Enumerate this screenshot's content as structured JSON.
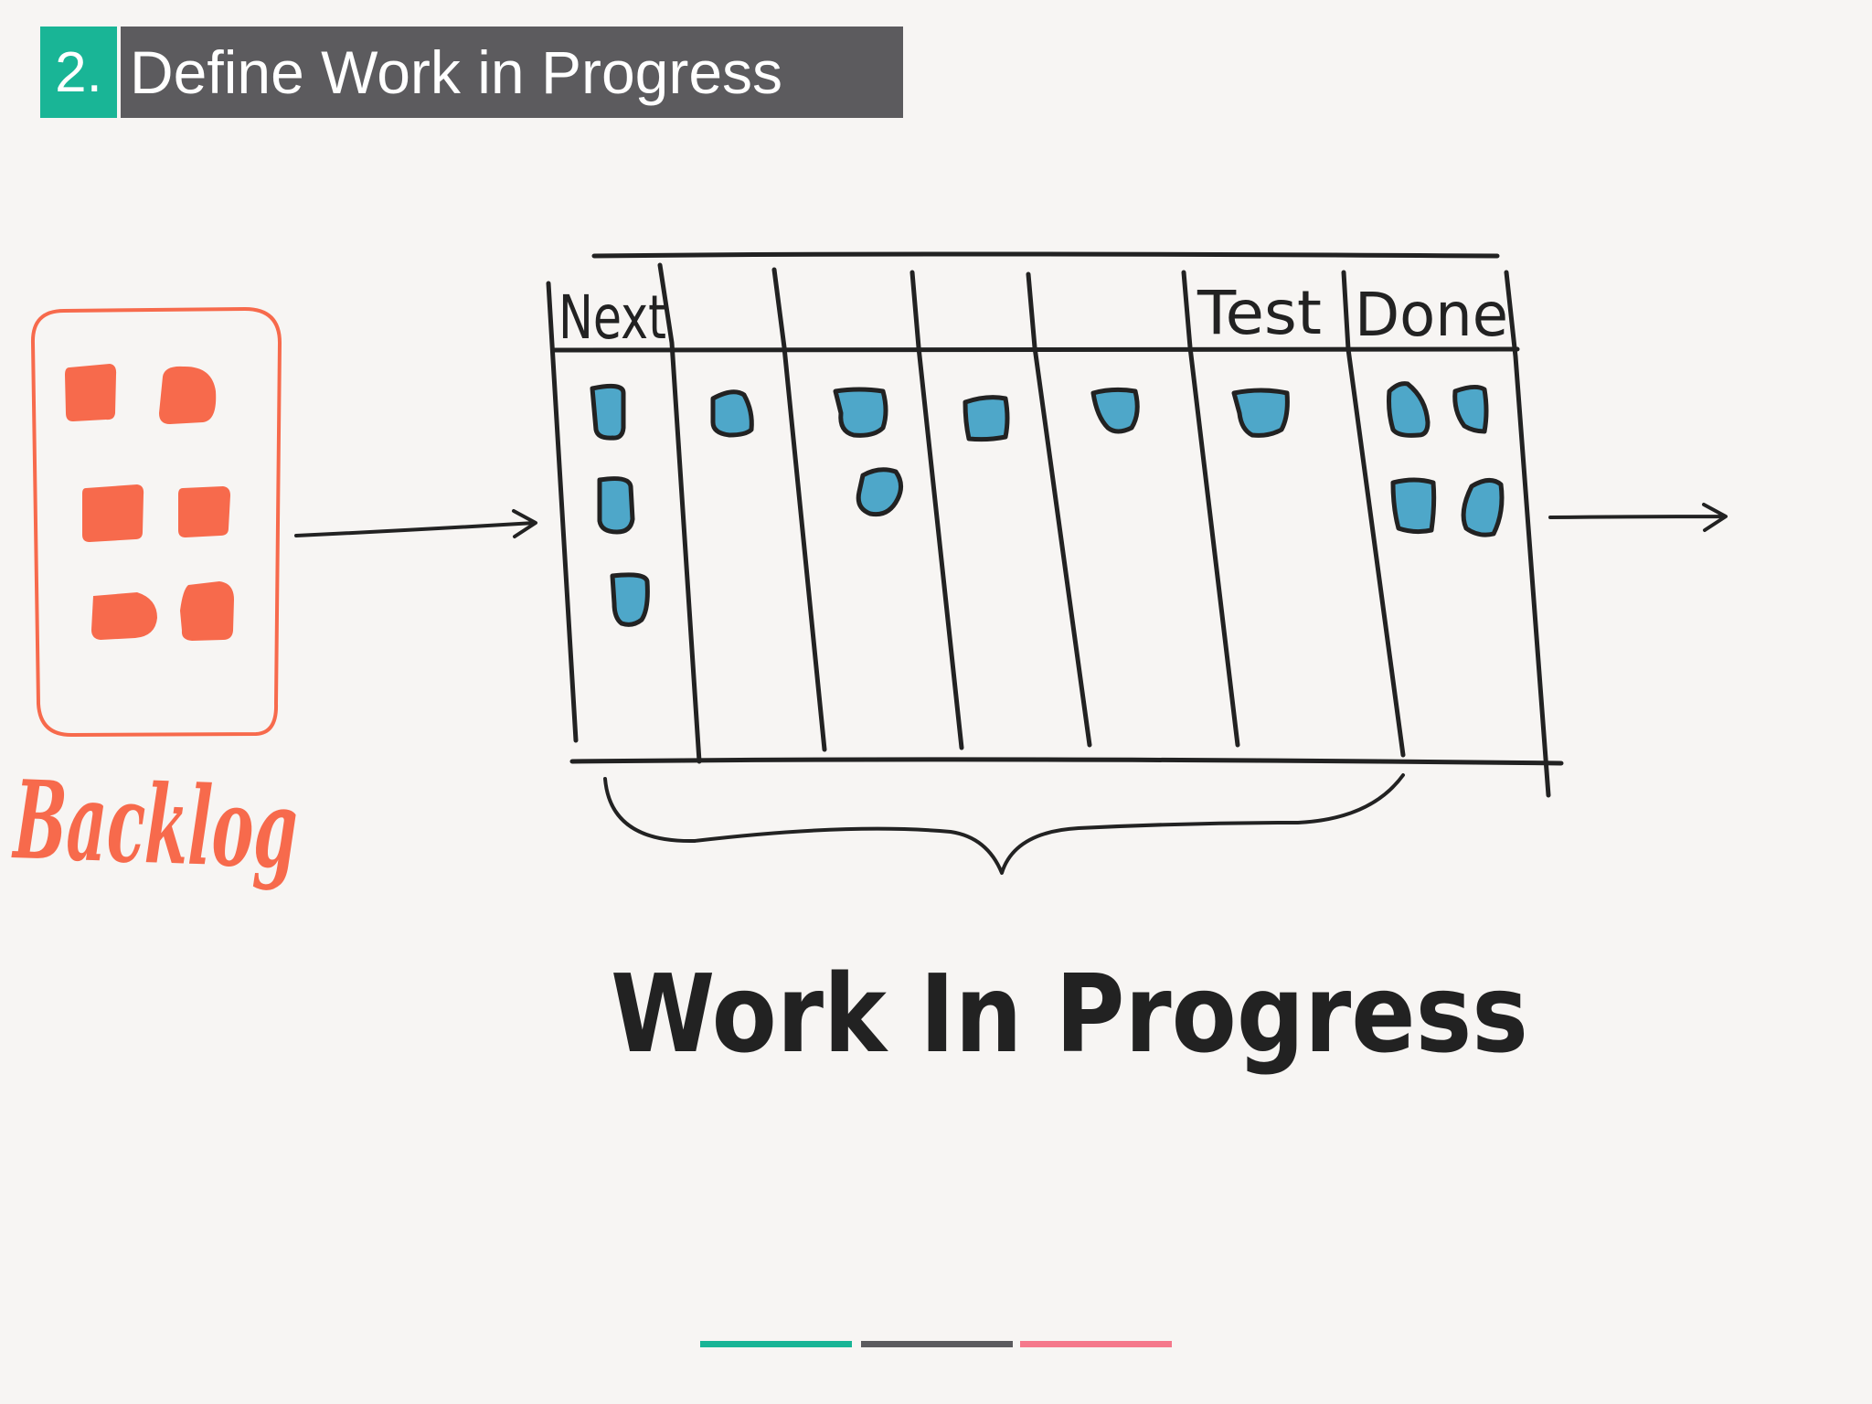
{
  "slide": {
    "number": "2.",
    "title": "Define Work in Progress"
  },
  "backlog": {
    "label": "Backlog",
    "card_count": 6,
    "color": "#f76a4c"
  },
  "board": {
    "columns": [
      {
        "label": "Next",
        "cards": 3
      },
      {
        "label": "",
        "cards": 1
      },
      {
        "label": "",
        "cards": 2
      },
      {
        "label": "",
        "cards": 1
      },
      {
        "label": "",
        "cards": 1
      },
      {
        "label": "Test",
        "cards": 1
      },
      {
        "label": "Done",
        "cards": 4
      }
    ],
    "card_color": "#4ea7c9",
    "ink_color": "#222222"
  },
  "wip": {
    "label": "Work In Progress"
  },
  "colors": {
    "accent": "#19b596",
    "title_bg": "#5c5b5e",
    "background": "#f7f5f3",
    "progress": [
      "#19b596",
      "#5c5b5e",
      "#f5788b"
    ]
  }
}
